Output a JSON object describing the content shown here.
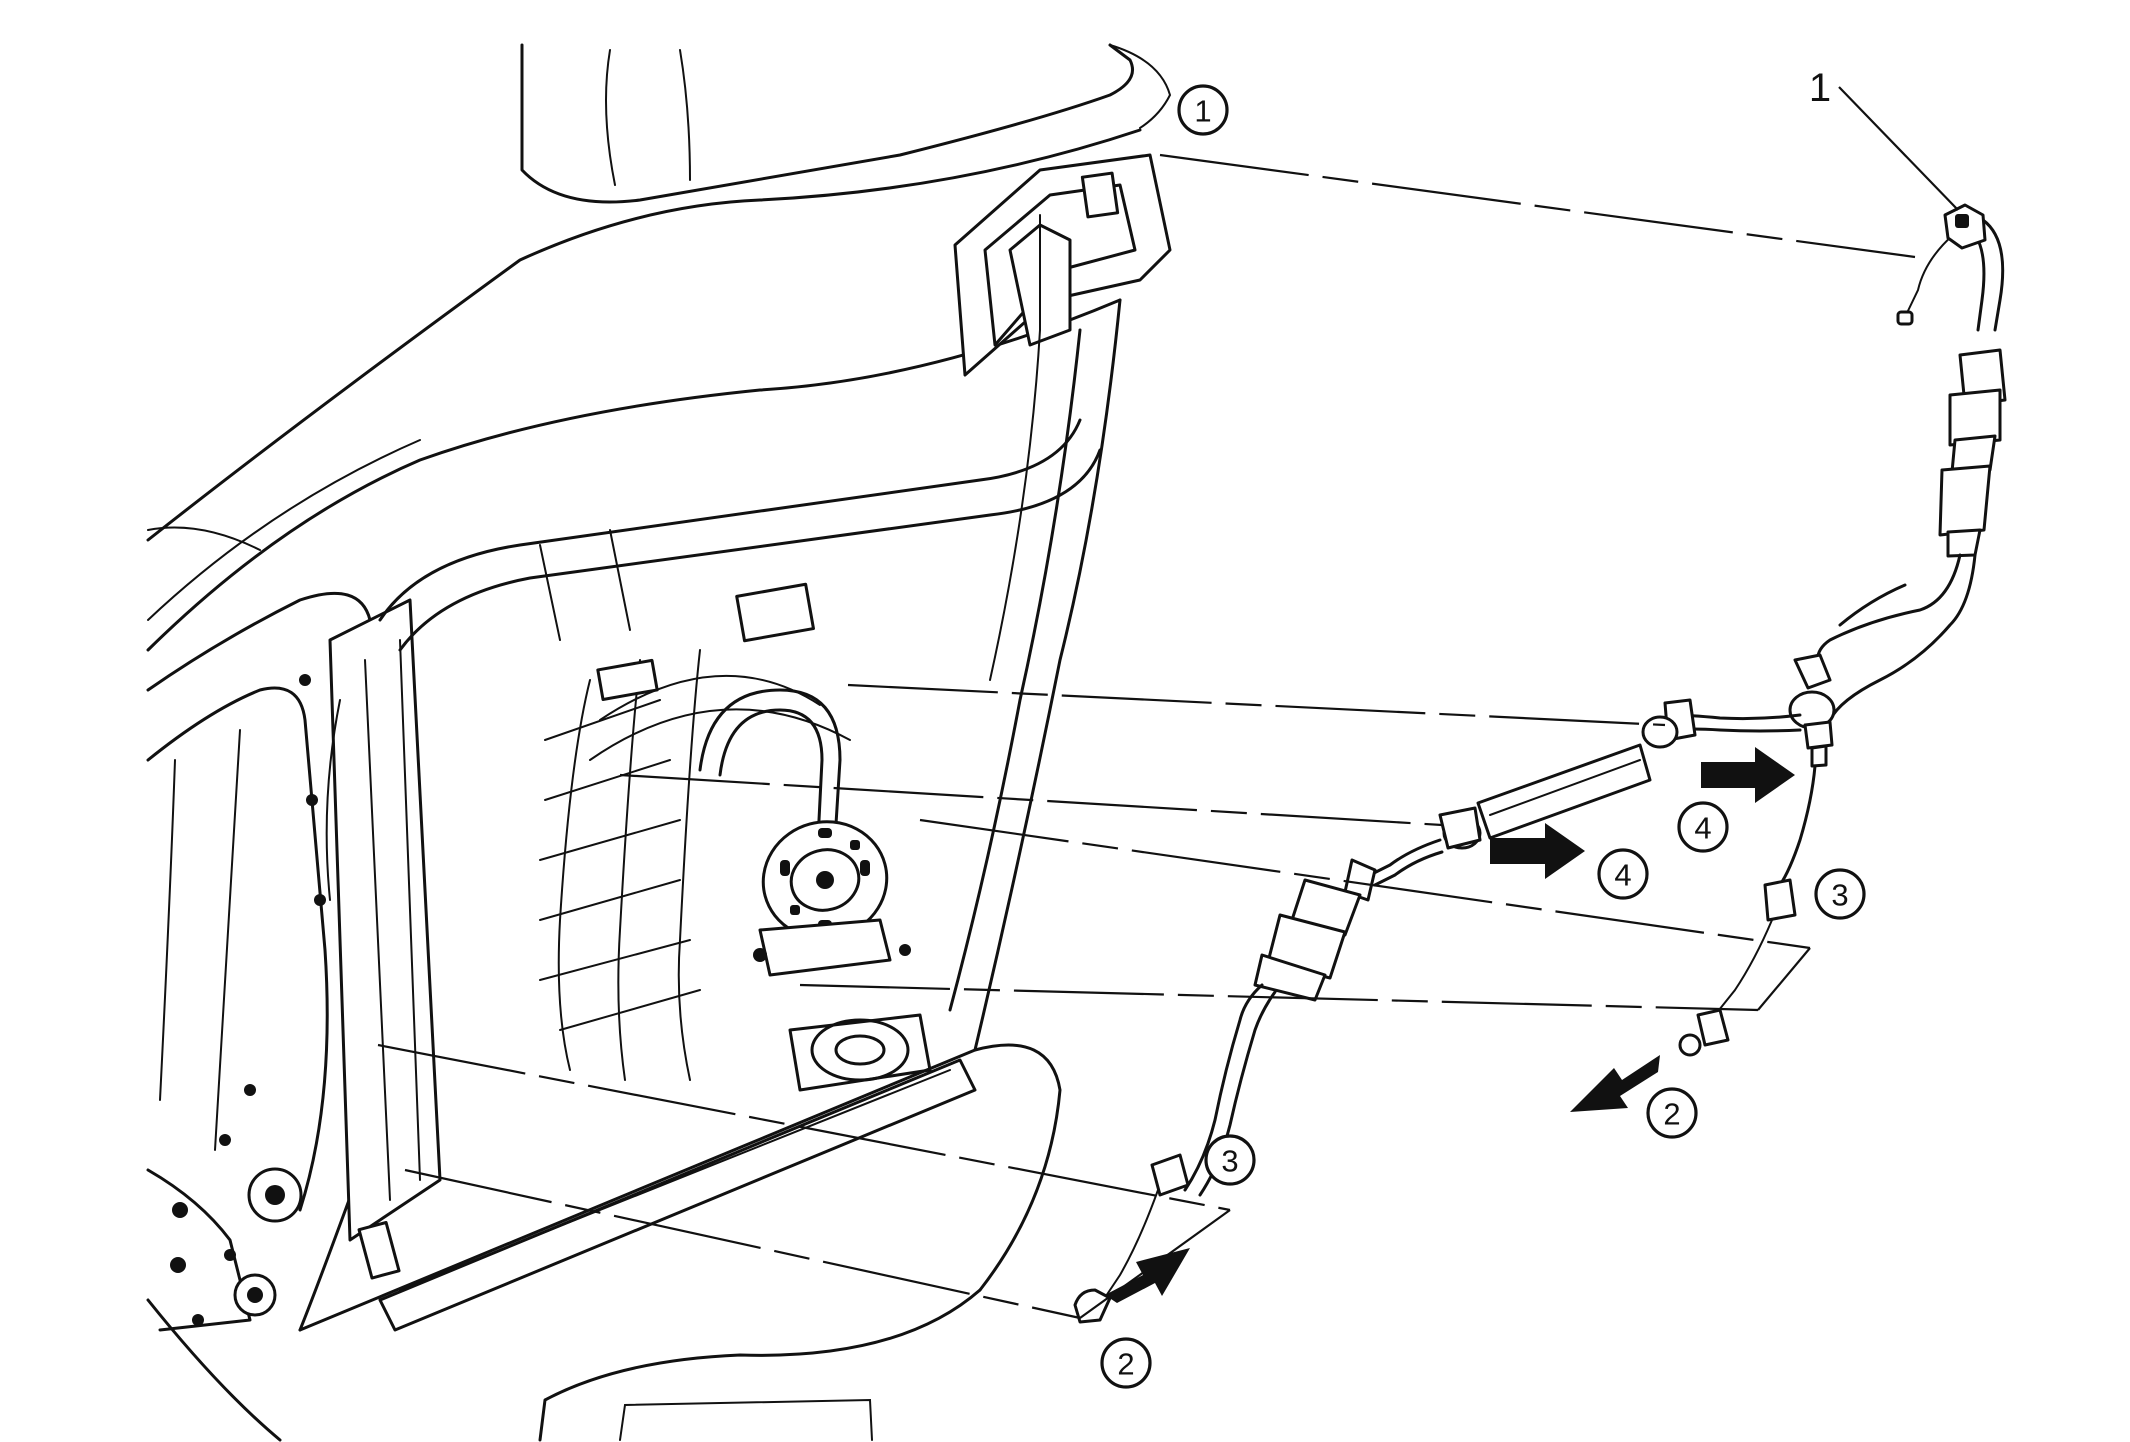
{
  "labels": {
    "part_number": "1",
    "callout_1": "1",
    "callout_2a": "2",
    "callout_2b": "2",
    "callout_3a": "3",
    "callout_3b": "3",
    "callout_4a": "4",
    "callout_4b": "4"
  },
  "colors": {
    "line": "#111111",
    "background": "#ffffff"
  }
}
